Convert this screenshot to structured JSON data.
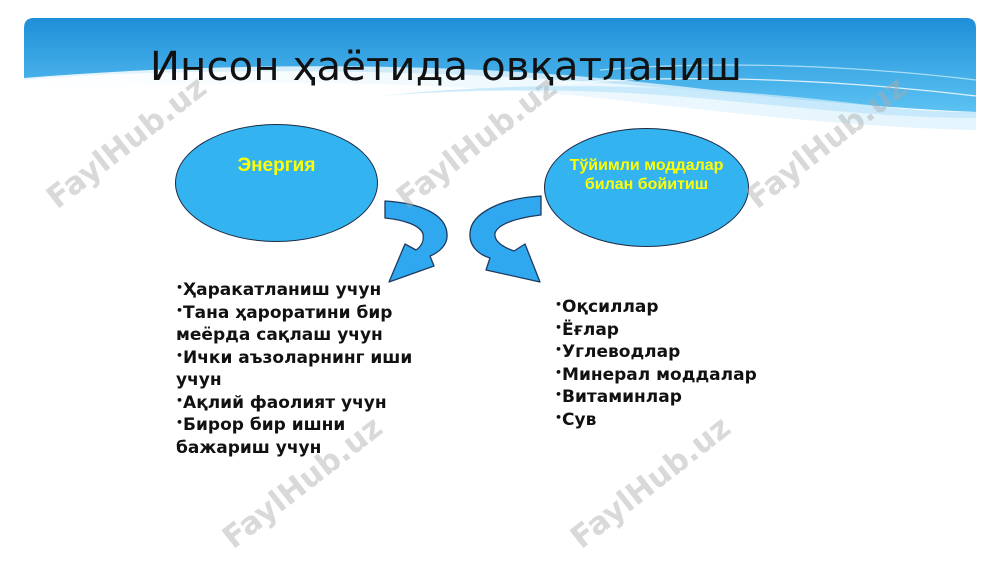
{
  "title": "Инсон ҳаётида овқатланиш",
  "left_node": {
    "label": "Энергия",
    "items": [
      "Ҳаракатланиш учун",
      "Тана ҳароратини бир меёрда сақлаш учун",
      "Ички аъзоларнинг иши учун",
      "Ақлий фаолият учун",
      "Бирор бир ишни бажариш учун"
    ]
  },
  "right_node": {
    "label_line1": "Тўйимли моддалар",
    "label_line2": "билан бойитиш",
    "items": [
      "Оқсиллар",
      "Ёғлар",
      "Углеводлар",
      "Минерал моддалар",
      "Витаминлар",
      "Сув"
    ]
  },
  "watermark": "FaylHub.uz",
  "bullet": "•",
  "colors": {
    "ellipse_fill": "#33b3f0",
    "ellipse_label": "#ffff00",
    "arrow_fill": "#2fa8ef",
    "header_blue": "#29a6ea"
  }
}
